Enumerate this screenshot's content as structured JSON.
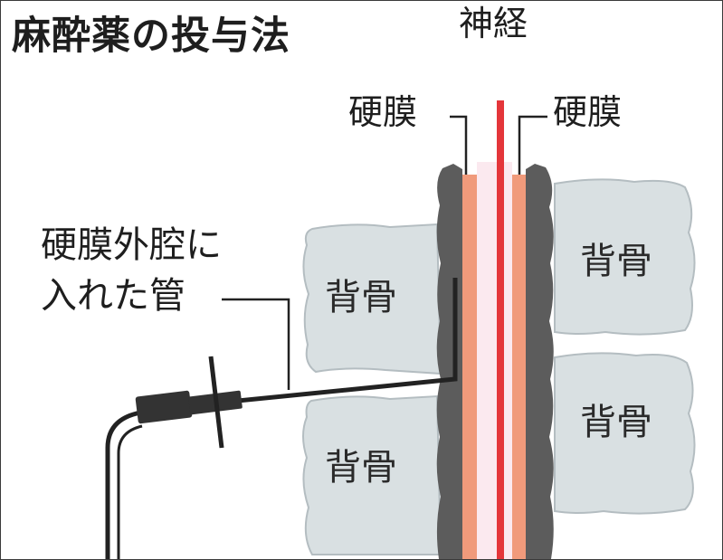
{
  "title": "麻酔薬の投与法",
  "labels": {
    "nerve": "神経",
    "dura_left": "硬膜",
    "dura_right": "硬膜",
    "tube_line1": "硬膜外腔に",
    "tube_line2": "入れた管",
    "bone": "背骨"
  },
  "colors": {
    "bone_fill": "#d9e0e2",
    "bone_stroke": "#b4bdc1",
    "canal_wall": "#5c5c5c",
    "dura": "#f09a7b",
    "csf": "#fbe9ef",
    "nerve": "#e4363a",
    "tube": "#222222"
  }
}
